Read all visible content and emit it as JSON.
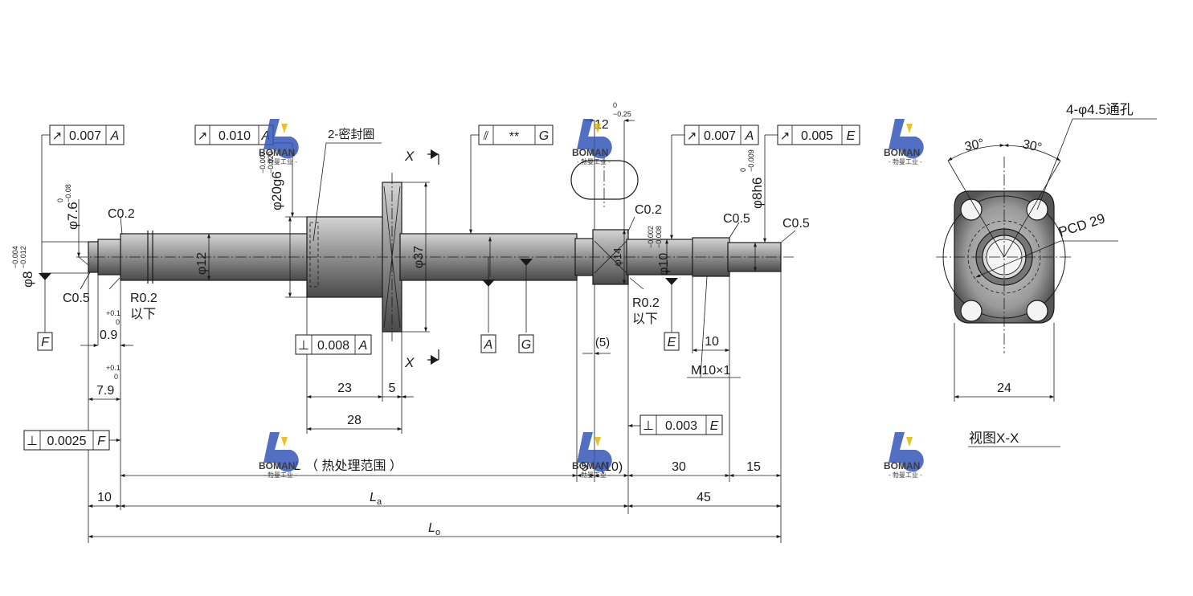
{
  "tolerance_frames": {
    "runout_left_sym": "↗",
    "runout_left_val": "0.007",
    "runout_left_ref": "A",
    "runout_mid_sym": "↗",
    "runout_mid_val": "0.010",
    "runout_mid_ref": "A",
    "runout_total_sym": "⫽",
    "runout_total_val": "**",
    "runout_total_ref": "G",
    "runout_right1_sym": "↗",
    "runout_right1_val": "0.007",
    "runout_right1_ref": "A",
    "runout_right2_sym": "↗",
    "runout_right2_val": "0.005",
    "runout_right2_ref": "E",
    "perp_flange_sym": "⊥",
    "perp_flange_val": "0.008",
    "perp_flange_ref": "A",
    "perp_right_sym": "⊥",
    "perp_right_val": "0.003",
    "perp_right_ref": "E",
    "perp_left_sym": "⊥",
    "perp_left_val": "0.0025",
    "perp_left_ref": "F"
  },
  "datums": {
    "F": "F",
    "A": "A",
    "G": "G",
    "E": "E"
  },
  "labels": {
    "seal": "2-密封圈",
    "section_x": "X",
    "c02_left": "C0.2",
    "c05_left": "C0.5",
    "r02_left": "R0.2",
    "below_left": "以下",
    "c02_right": "C0.2",
    "r02_right": "R0.2",
    "below_right": "以下",
    "c05_right1": "C0.5",
    "c05_right2": "C0.5",
    "thread": "M10×1",
    "view_xx": "视图X-X",
    "holes": "4-φ4.5通孔",
    "pcd": "PCD 29",
    "angle_left": "30°",
    "angle_right": "30°",
    "lh": "L",
    "heat_treat": "（ 热处理范围 ）",
    "la": "L",
    "la_sub": "a",
    "lo": "L",
    "lo_sub": "o"
  },
  "dims": {
    "d8_left": "φ8",
    "d8_left_up": "−0.004",
    "d8_left_lo": "−0.012",
    "d76": "φ7.6",
    "d76_up": "0",
    "d76_lo": "−0.08",
    "d12": "φ12",
    "d20": "φ20g6",
    "d20_up": "−0.007",
    "d20_lo": "−0.020",
    "d37": "φ37",
    "d14": "φ14",
    "d10": "φ10",
    "d10_up": "−0.002",
    "d10_lo": "−0.008",
    "d8h6": "φ8h6",
    "d8h6_up": "0",
    "d8h6_lo": "−0.009",
    "w12": "12",
    "w12_up": "0",
    "w12_lo": "−0.25",
    "l09": "0.9",
    "l09_up": "+0.1",
    "l09_lo": "0",
    "l79": "7.9",
    "l79_up": "+0.1",
    "l79_lo": "0",
    "l23": "23",
    "l5a": "5",
    "l28": "28",
    "l5paren": "(5)",
    "l10_right": "10",
    "l5b": "5",
    "l10_par": "(10)",
    "l30": "30",
    "l15": "15",
    "l10_left": "10",
    "l45": "45",
    "l24": "24"
  },
  "watermark": {
    "brand": "BOMAN",
    "sub": "- 勃曼工业 -"
  }
}
